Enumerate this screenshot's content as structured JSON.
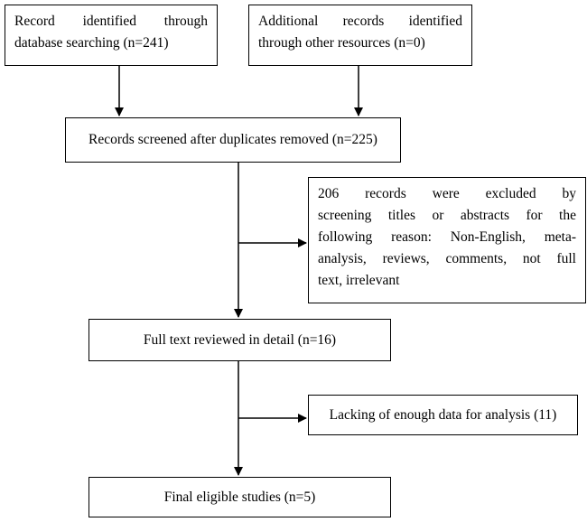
{
  "boxes": {
    "database_search": {
      "lines": [
        "Record identified through",
        "database searching (n=241)"
      ]
    },
    "other_sources": {
      "lines": [
        "Additional records identified",
        "through other resources (n=0)"
      ]
    },
    "screened": {
      "text": "Records screened after duplicates removed (n=225)"
    },
    "excluded_screening": {
      "lines": [
        "206 records were excluded by",
        "screening titles or abstracts for the",
        "following reason: Non-English, meta-",
        "analysis, reviews, comments, not full",
        "text, irrelevant"
      ]
    },
    "full_text": {
      "text": "Full text reviewed in detail (n=16)"
    },
    "lacking_data": {
      "text": "Lacking of enough data for analysis (11)"
    },
    "final": {
      "text": "Final eligible studies (n=5)"
    }
  }
}
